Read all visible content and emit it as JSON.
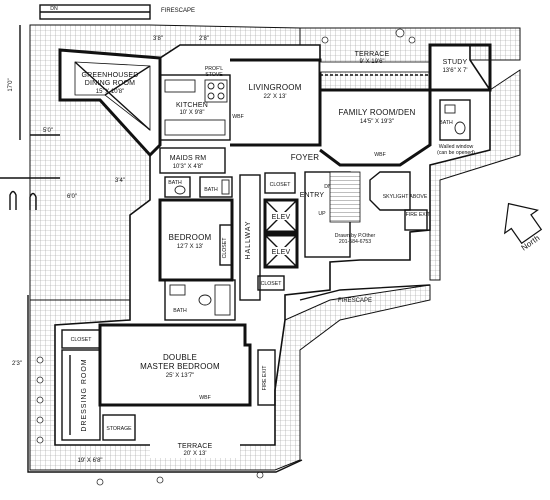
{
  "rooms": {
    "greenhouse": {
      "name": "GREENHOUSED",
      "name2": "DINING ROOM",
      "dims": "15' X 10'8\""
    },
    "kitchen": {
      "name": "KITCHEN",
      "dims": "10' X 9'8\""
    },
    "prof_stove": {
      "line1": "PROF'L",
      "line2": "STOVE"
    },
    "living": {
      "name": "LIVINGROOM",
      "dims": "22' X 13'"
    },
    "terrace_top": {
      "name": "TERRACE",
      "dims": "9' X 19'6\""
    },
    "study": {
      "name": "STUDY",
      "dims": "13'6\" X 7'"
    },
    "family": {
      "name": "FAMILY ROOM/DEN",
      "dims": "14'5\" X 19'3\""
    },
    "maids": {
      "name": "MAIDS RM",
      "dims": "10'3\" X 4'8\""
    },
    "bedroom": {
      "name": "BEDROOM",
      "dims": "12'7 X 13'"
    },
    "master": {
      "name": "DOUBLE",
      "name2": "MASTER BEDROOM",
      "dims": "25' X 13'7\""
    },
    "dressing": {
      "name": "DRESSING ROOM"
    },
    "terrace_bottom": {
      "name": "TERRACE",
      "dims": "20' X 13'"
    },
    "foyer": {
      "name": "FOYER"
    },
    "entry": {
      "name": "ENTRY"
    },
    "hallway": {
      "name": "HALLWAY"
    },
    "storage": {
      "name": "STORAGE"
    }
  },
  "labels": {
    "firescape_top": "FIRESCAPE",
    "firescape_mid": "FIRESCAPE",
    "fire_exit": "FIRE EXIT",
    "fire_exit_2": "FIRE EXIT",
    "skylight": "SKYLIGHT ABOVE",
    "walled_window_1": "Walled window",
    "walled_window_2": "(can be opened)",
    "closet": "CLOSET",
    "closet_bed": "CLOSET",
    "closet_low": "CLOSET",
    "closet_master": "CLOSET",
    "elev": "ELEV",
    "bath": "BATH",
    "bath_maid": "BATH",
    "bath_bed": "BATH",
    "bath_study": "BATH",
    "wbf": "WBF",
    "wbf_family": "WBF",
    "wbf_master": "WBF",
    "dn": "DN",
    "dn_top": "DN",
    "up": "UP",
    "north": "North",
    "drawn_by": "Drawn by P.Other",
    "phone": "201-584-6753"
  },
  "dimensions": {
    "d_38": "3'8\"",
    "d_28": "2'8\"",
    "d_17": "17'0\"",
    "d_50": "5'0\"",
    "d_34": "3'4\"",
    "d_60": "6'0\"",
    "d_23": "2'3\"",
    "d_19": "19' X 6'8\""
  },
  "colors": {
    "ink": "#111111",
    "paper": "#ffffff",
    "tile": "#9a9a9a"
  }
}
